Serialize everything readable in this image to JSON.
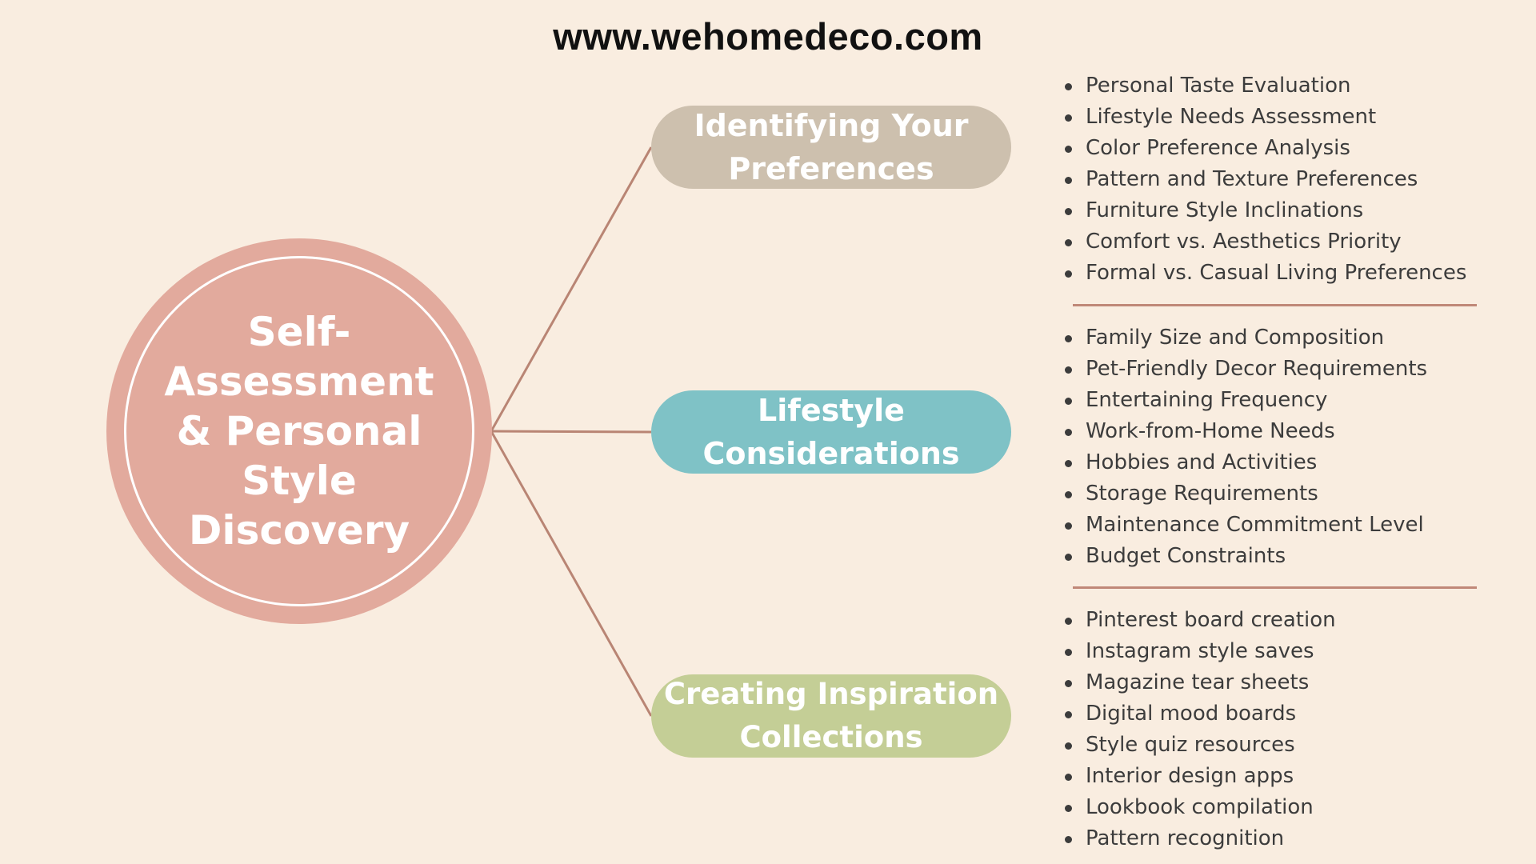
{
  "header": {
    "site_url": "www.wehomedeco.com"
  },
  "center": {
    "title": "Self-Assessment & Personal Style Discovery"
  },
  "branches": [
    {
      "label": "Identifying Your Preferences",
      "color": "#cdc0ae",
      "items": [
        "Personal Taste Evaluation",
        "Lifestyle Needs Assessment",
        "Color Preference Analysis",
        "Pattern and Texture Preferences",
        "Furniture Style Inclinations",
        "Comfort vs. Aesthetics Priority",
        "Formal vs. Casual Living Preferences"
      ]
    },
    {
      "label": "Lifestyle Considerations",
      "color": "#7fc2c6",
      "items": [
        "Family Size and Composition",
        "Pet-Friendly Decor Requirements",
        "Entertaining Frequency",
        "Work-from-Home Needs",
        "Hobbies and Activities",
        "Storage Requirements",
        "Maintenance Commitment Level",
        "Budget Constraints"
      ]
    },
    {
      "label": "Creating Inspiration Collections",
      "color": "#c4ce96",
      "items": [
        "Pinterest board creation",
        "Instagram style saves",
        "Magazine tear sheets",
        "Digital mood boards",
        "Style quiz resources",
        "Interior design apps",
        "Lookbook compilation",
        "Pattern recognition"
      ]
    }
  ],
  "colors": {
    "background": "#f9ede0",
    "center_fill": "#e2aa9d",
    "connector": "#b98574",
    "divider": "#c08878"
  }
}
